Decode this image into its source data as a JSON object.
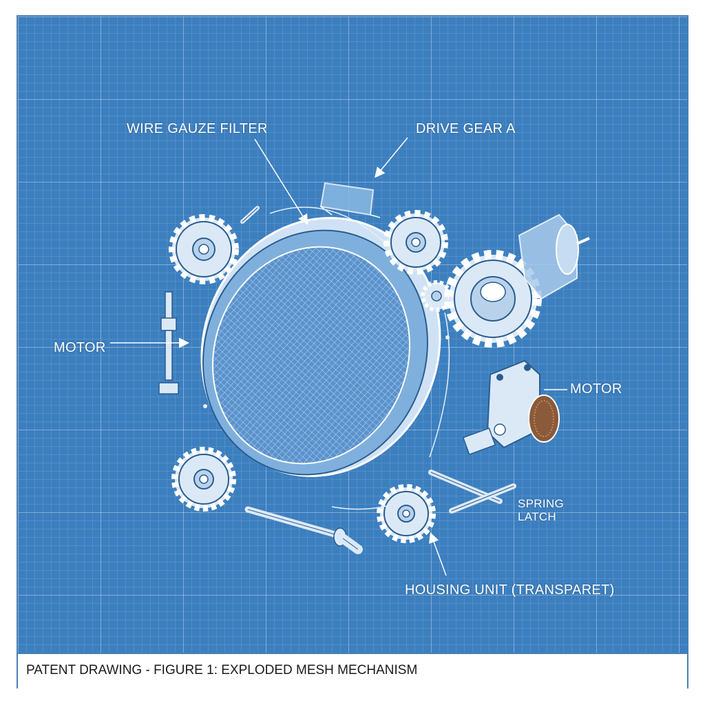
{
  "labels": {
    "wire_gauze_filter": "WIRE GAUZE FILTER",
    "drive_gear_a": "DRIVE GEAR A",
    "motor_left": "MOTOR",
    "motor_right": "MOTOR",
    "spring_latch_line1": "SPRING",
    "spring_latch_line2": "LATCH",
    "housing_unit": "HOUSING UNIT (TRANSPARET)"
  },
  "caption": "PATENT DRAWING - FIGURE 1: EXPLODED MESH MECHANISM",
  "colors": {
    "background": "#3c7fbf",
    "line": "#ffffff",
    "part_fill": "#dbe9f7"
  }
}
